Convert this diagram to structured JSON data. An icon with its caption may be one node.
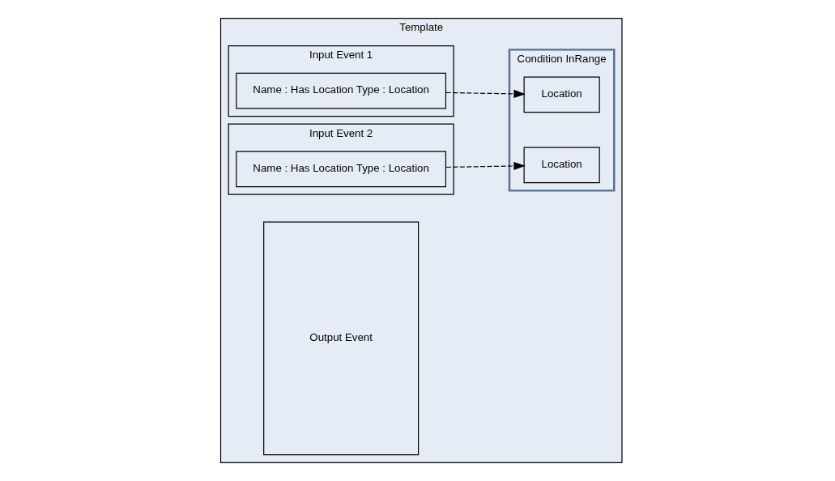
{
  "diagram": {
    "nodes": [
      {
        "text": [
          "Template"
        ]
      },
      {
        "text": [
          "Input Event 1"
        ],
        "in": 0
      },
      {
        "text": [
          "Name : Has Location Type : Location"
        ],
        "in": 1
      },
      {
        "text": [
          "Input Event 2"
        ],
        "in": 0
      },
      {
        "text": [
          "Name : Has Location Type : Location"
        ],
        "in": 3
      },
      {
        "text": [
          "Condition InRange"
        ],
        "in": 0
      },
      {
        "text": [
          "Location"
        ],
        "in": 5
      },
      {
        "text": [
          "Location"
        ],
        "in": 5
      },
      {
        "text": [
          "Output Event"
        ],
        "in": 0
      }
    ],
    "edges": [
      {
        "from": 2,
        "to": 6,
        "arrow": "to",
        "style": "dashed"
      },
      {
        "from": 4,
        "to": 7,
        "arrow": "to",
        "style": "dashed"
      }
    ]
  }
}
